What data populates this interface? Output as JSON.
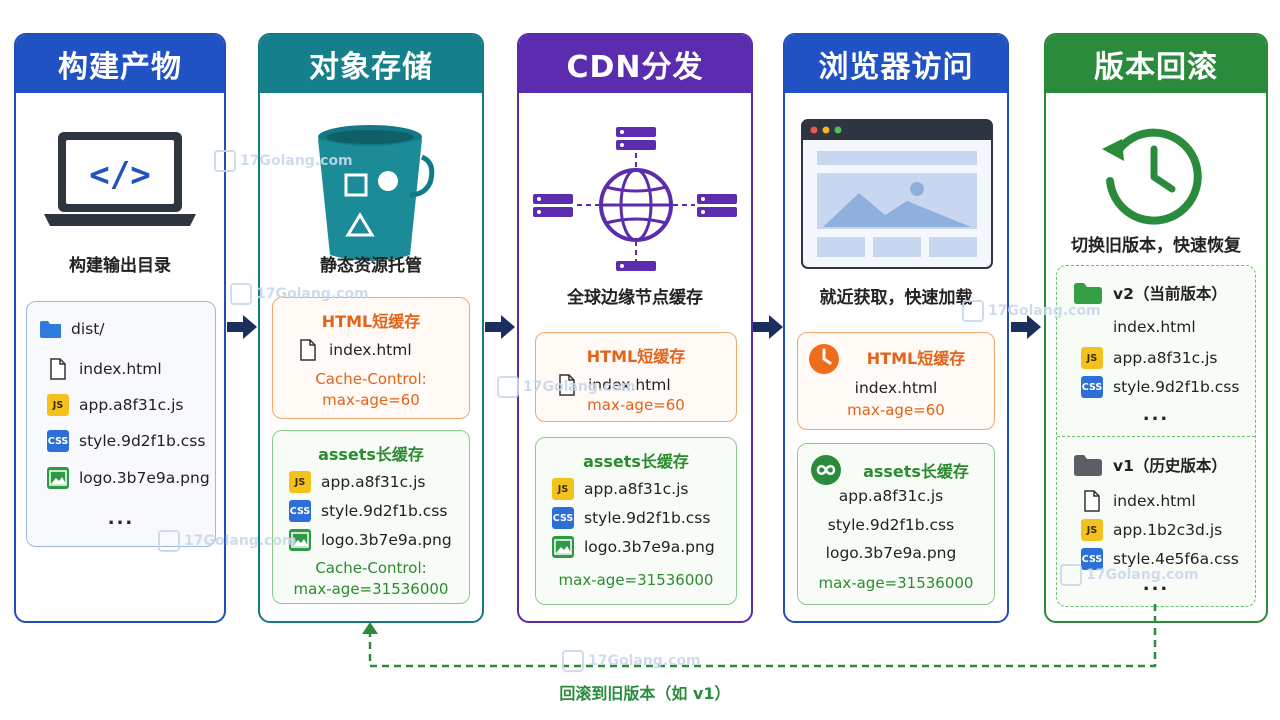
{
  "columns": {
    "build": {
      "title": "构建产物",
      "caption": "构建输出目录",
      "folder": "dist/",
      "files": [
        {
          "type": "file",
          "name": "index.html"
        },
        {
          "type": "js",
          "badge": "JS",
          "name": "app.a8f31c.js"
        },
        {
          "type": "css",
          "badge": "CSS",
          "name": "style.9d2f1b.css"
        },
        {
          "type": "img",
          "name": "logo.3b7e9a.png"
        }
      ],
      "more": "..."
    },
    "storage": {
      "title": "对象存储",
      "caption": "静态资源托管",
      "html_title": "HTML短缓存",
      "html_file": "index.html",
      "html_cache_1": "Cache-Control:",
      "html_cache_2": "max-age=60",
      "assets_title": "assets长缓存",
      "assets": [
        {
          "type": "js",
          "badge": "JS",
          "name": "app.a8f31c.js"
        },
        {
          "type": "css",
          "badge": "CSS",
          "name": "style.9d2f1b.css"
        },
        {
          "type": "img",
          "name": "logo.3b7e9a.png"
        }
      ],
      "assets_cache_1": "Cache-Control:",
      "assets_cache_2": "max-age=31536000"
    },
    "cdn": {
      "title": "CDN分发",
      "caption": "全球边缘节点缓存",
      "html_title": "HTML短缓存",
      "html_file": "index.html",
      "html_cache": "max-age=60",
      "assets_title": "assets长缓存",
      "assets": [
        {
          "type": "js",
          "badge": "JS",
          "name": "app.a8f31c.js"
        },
        {
          "type": "css",
          "badge": "CSS",
          "name": "style.9d2f1b.css"
        },
        {
          "type": "img",
          "name": "logo.3b7e9a.png"
        }
      ],
      "assets_cache": "max-age=31536000"
    },
    "browser": {
      "title": "浏览器访问",
      "caption": "就近获取，快速加载",
      "html_title": "HTML短缓存",
      "html_file": "index.html",
      "html_cache": "max-age=60",
      "assets_title": "assets长缓存",
      "assets": [
        "app.a8f31c.js",
        "style.9d2f1b.css",
        "logo.3b7e9a.png"
      ],
      "assets_cache": "max-age=31536000"
    },
    "rollback": {
      "title": "版本回滚",
      "caption": "切换旧版本，快速恢复",
      "v2_label": "v2（当前版本）",
      "v2_files": [
        {
          "type": "none",
          "name": "index.html"
        },
        {
          "type": "js",
          "badge": "JS",
          "name": "app.a8f31c.js"
        },
        {
          "type": "css",
          "badge": "CSS",
          "name": "style.9d2f1b.css"
        }
      ],
      "v2_more": "...",
      "v1_label": "v1（历史版本）",
      "v1_files": [
        {
          "type": "file",
          "name": "index.html"
        },
        {
          "type": "js",
          "badge": "JS",
          "name": "app.1b2c3d.js"
        },
        {
          "type": "css",
          "badge": "CSS",
          "name": "style.4e5f6a.css"
        }
      ],
      "v1_more": "..."
    }
  },
  "rollback_link": "回滚到旧版本（如 v1）",
  "watermark": "17Golang.com",
  "colors": {
    "blue": "#2152c4",
    "teal": "#167f8c",
    "purple": "#5b2cae",
    "green": "#2b8b3c",
    "orange": "#e0641a",
    "navy_arrow": "#1b2f5e"
  }
}
